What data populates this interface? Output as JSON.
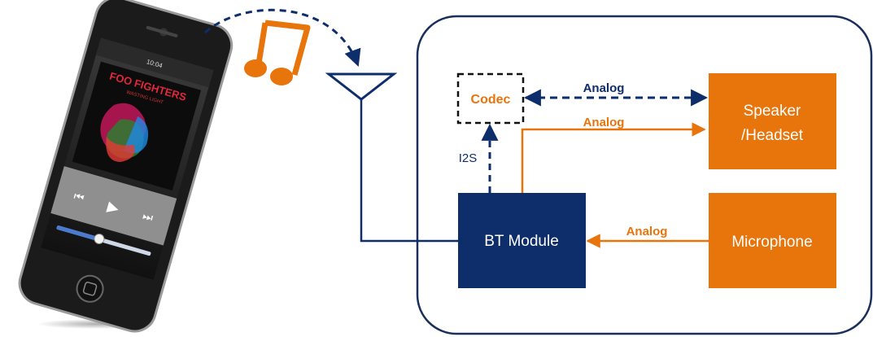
{
  "phone": {
    "status_time": "10:04",
    "album_title": "FOO FIGHTERS",
    "album_subtitle": "WASTING LIGHT",
    "rewind_icon": "rewind-icon",
    "play_icon": "play-icon",
    "forward_icon": "fast-forward-icon"
  },
  "music_note_icon": "music-note-icon",
  "nodes": {
    "codec": "Codec",
    "bt_module": "BT Module",
    "speaker_line1": "Speaker",
    "speaker_line2": "/Headset",
    "microphone": "Microphone"
  },
  "links": {
    "codec_speaker": "Analog",
    "bt_speaker": "Analog",
    "mic_bt": "Analog",
    "i2s": "I2S"
  },
  "colors": {
    "navy": "#0d2d6b",
    "orange": "#e8740c",
    "border": "#1a2f5a"
  }
}
